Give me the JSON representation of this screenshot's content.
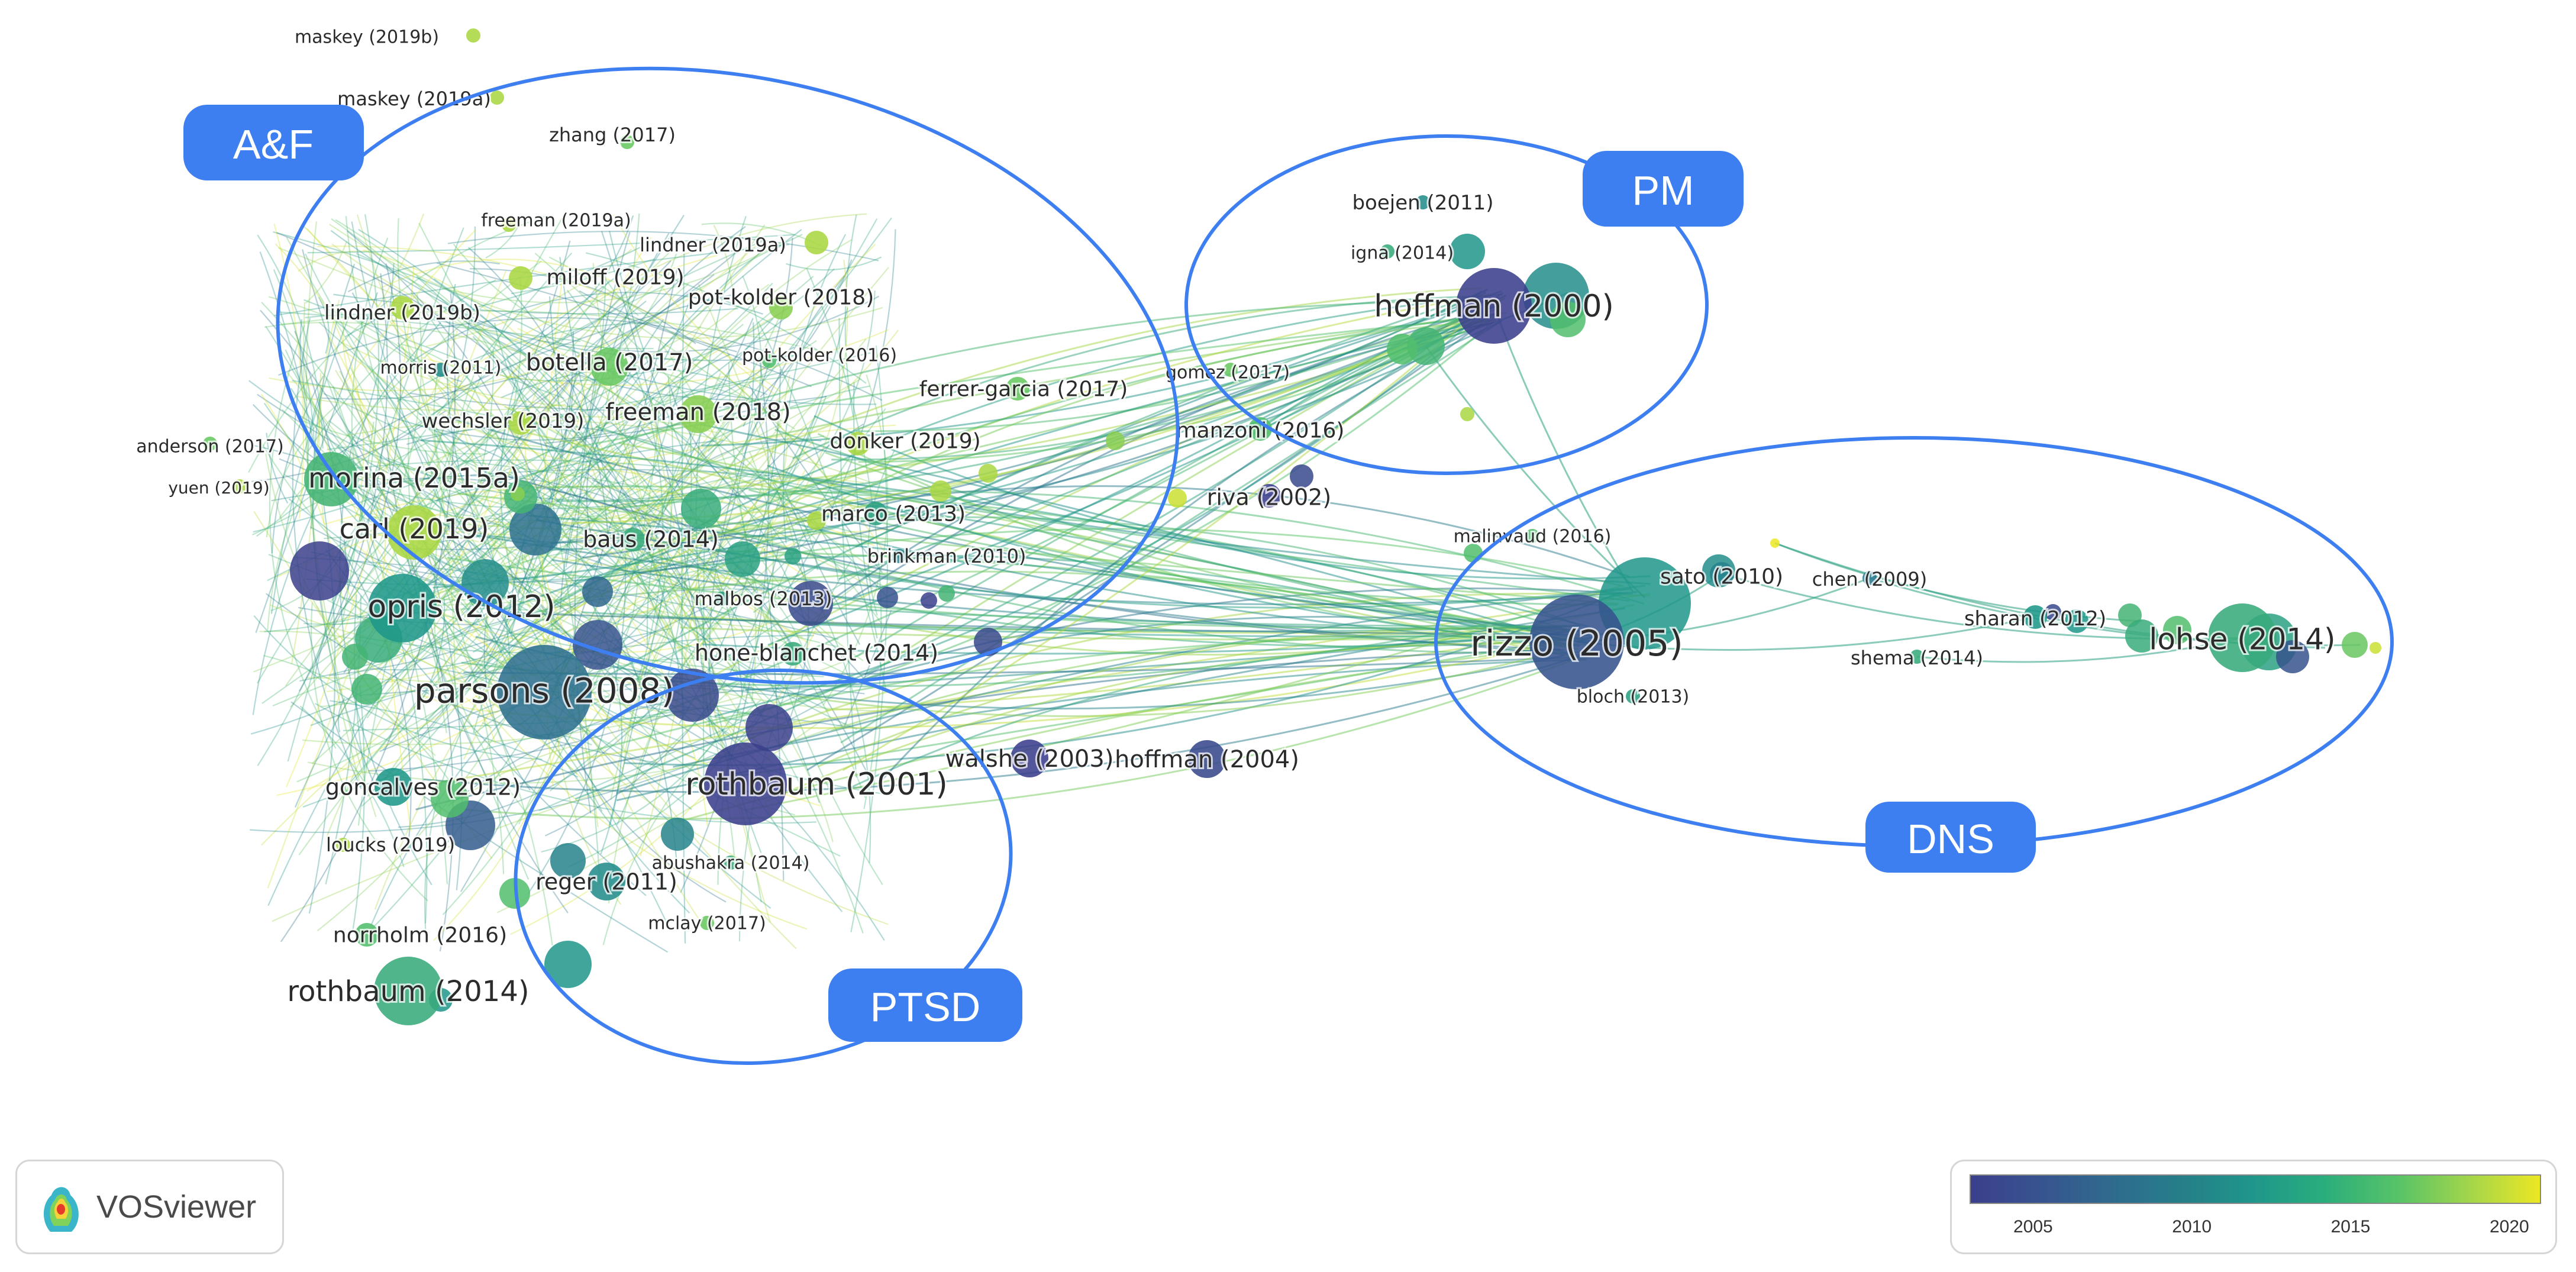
{
  "app": {
    "name": "VOSviewer"
  },
  "legend": {
    "ticks": [
      "2005",
      "2010",
      "2015",
      "2020"
    ],
    "tick_values": [
      2005,
      2010,
      2015,
      2020
    ],
    "range": [
      2003,
      2021
    ],
    "palette": [
      "#3b3f8c",
      "#2f6b8e",
      "#1f978a",
      "#57c368",
      "#ece724"
    ]
  },
  "clusters": [
    {
      "id": "af",
      "label": "A&F"
    },
    {
      "id": "pm",
      "label": "PM"
    },
    {
      "id": "dns",
      "label": "DNS"
    },
    {
      "id": "ptsd",
      "label": "PTSD"
    }
  ],
  "accent_color": "#3d7ff0",
  "nodes": [
    {
      "label": "maskey (2019b)",
      "year": 2019,
      "weight": 1
    },
    {
      "label": "maskey (2019a)",
      "year": 2019,
      "weight": 1
    },
    {
      "label": "zhang (2017)",
      "year": 2017,
      "weight": 1
    },
    {
      "label": "freeman (2019a)",
      "year": 2019,
      "weight": 1
    },
    {
      "label": "lindner (2019a)",
      "year": 2019,
      "weight": 2
    },
    {
      "label": "miloff (2019)",
      "year": 2019,
      "weight": 2
    },
    {
      "label": "pot-kolder (2018)",
      "year": 2018,
      "weight": 2
    },
    {
      "label": "lindner (2019b)",
      "year": 2019,
      "weight": 2
    },
    {
      "label": "botella (2017)",
      "year": 2017,
      "weight": 3
    },
    {
      "label": "pot-kolder (2016)",
      "year": 2016,
      "weight": 1
    },
    {
      "label": "morris (2011)",
      "year": 2011,
      "weight": 1
    },
    {
      "label": "freeman (2018)",
      "year": 2018,
      "weight": 3
    },
    {
      "label": "wechsler (2019)",
      "year": 2019,
      "weight": 2
    },
    {
      "label": "anderson (2017)",
      "year": 2017,
      "weight": 1
    },
    {
      "label": "morina (2015a)",
      "year": 2015,
      "weight": 4
    },
    {
      "label": "yuen (2019)",
      "year": 2019,
      "weight": 1
    },
    {
      "label": "carl (2019)",
      "year": 2019,
      "weight": 4
    },
    {
      "label": "baus (2014)",
      "year": 2014,
      "weight": 2
    },
    {
      "label": "opris (2012)",
      "year": 2012,
      "weight": 5
    },
    {
      "label": "parsons (2008)",
      "year": 2008,
      "weight": 8
    },
    {
      "label": "hone-blanchet (2014)",
      "year": 2014,
      "weight": 2
    },
    {
      "label": "malbos (2013)",
      "year": 2013,
      "weight": 1
    },
    {
      "label": "brinkman (2010)",
      "year": 2010,
      "weight": 1
    },
    {
      "label": "marco (2013)",
      "year": 2013,
      "weight": 2
    },
    {
      "label": "donker (2019)",
      "year": 2019,
      "weight": 2
    },
    {
      "label": "ferrer-garcia (2017)",
      "year": 2017,
      "weight": 2
    },
    {
      "label": "goncalves (2012)",
      "year": 2012,
      "weight": 3
    },
    {
      "label": "rothbaum (2001)",
      "year": 2001,
      "weight": 7
    },
    {
      "label": "loucks (2019)",
      "year": 2019,
      "weight": 1
    },
    {
      "label": "reger (2011)",
      "year": 2011,
      "weight": 3
    },
    {
      "label": "abushakra (2014)",
      "year": 2014,
      "weight": 1
    },
    {
      "label": "mclay (2017)",
      "year": 2017,
      "weight": 1
    },
    {
      "label": "norrholm (2016)",
      "year": 2016,
      "weight": 2
    },
    {
      "label": "rothbaum (2014)",
      "year": 2014,
      "weight": 5
    },
    {
      "label": "walshe (2003)",
      "year": 2003,
      "weight": 3
    },
    {
      "label": "hoffman (2004)",
      "year": 2004,
      "weight": 3
    },
    {
      "label": "gomez (2017)",
      "year": 2017,
      "weight": 1
    },
    {
      "label": "manzoni (2016)",
      "year": 2016,
      "weight": 2
    },
    {
      "label": "riva (2002)",
      "year": 2002,
      "weight": 2
    },
    {
      "label": "boejen (2011)",
      "year": 2011,
      "weight": 1
    },
    {
      "label": "igna (2014)",
      "year": 2014,
      "weight": 1
    },
    {
      "label": "hoffman (2000)",
      "year": 2000,
      "weight": 6
    },
    {
      "label": "malinvaud (2016)",
      "year": 2016,
      "weight": 1
    },
    {
      "label": "rizzo (2005)",
      "year": 2005,
      "weight": 8
    },
    {
      "label": "bloch (2013)",
      "year": 2013,
      "weight": 1
    },
    {
      "label": "sato (2010)",
      "year": 2010,
      "weight": 2
    },
    {
      "label": "chen (2009)",
      "year": 2009,
      "weight": 1
    },
    {
      "label": "sharan (2012)",
      "year": 2012,
      "weight": 2
    },
    {
      "label": "shema (2014)",
      "year": 2014,
      "weight": 1
    },
    {
      "label": "lohse (2014)",
      "year": 2014,
      "weight": 5
    }
  ]
}
